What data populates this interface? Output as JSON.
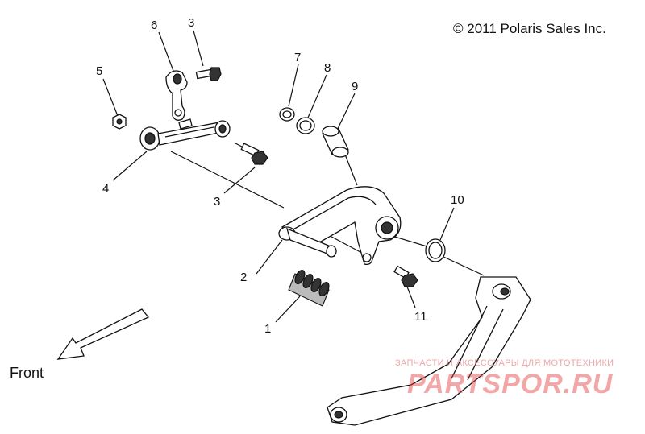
{
  "copyright": "© 2011 Polaris Sales Inc.",
  "front_label": "Front",
  "watermark": {
    "top": "ЗАПЧАСТИ И АКСЕССУАРЫ ДЛЯ МОТОТЕХНИКИ",
    "main": "PARTSPOR.RU"
  },
  "callouts": [
    "6",
    "3",
    "5",
    "4",
    "3",
    "7",
    "8",
    "9",
    "10",
    "2",
    "11",
    "1"
  ]
}
